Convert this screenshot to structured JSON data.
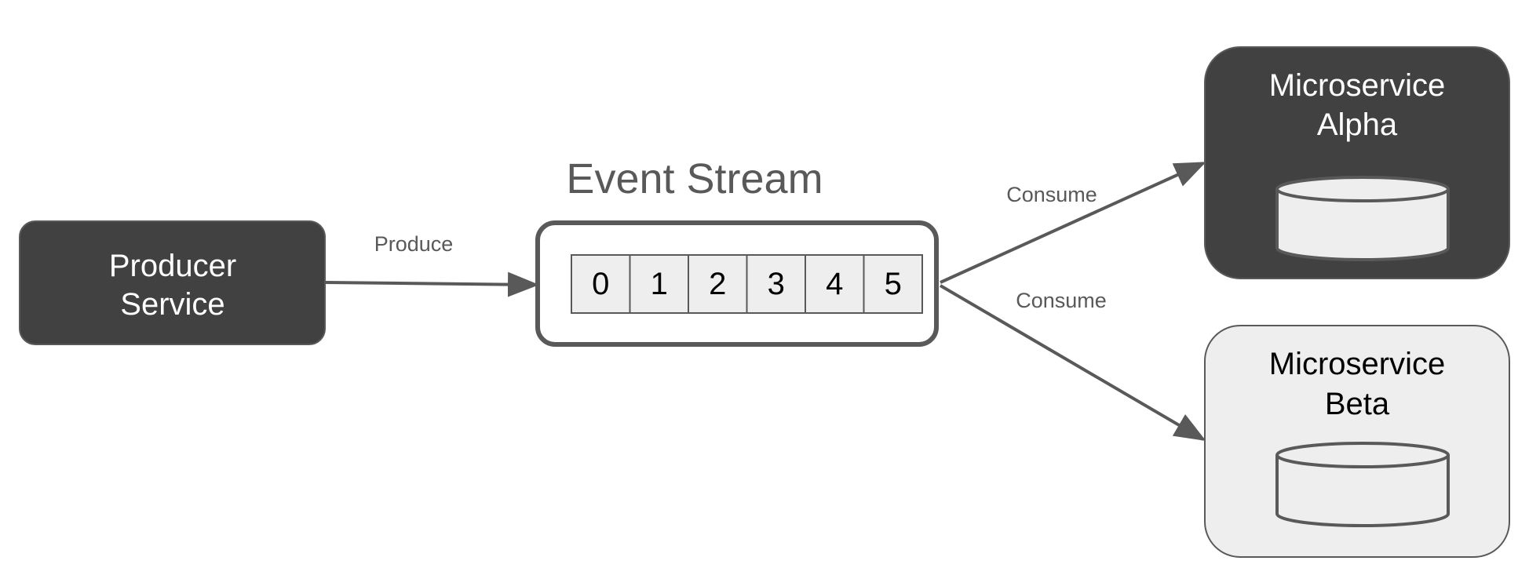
{
  "diagram": {
    "colors": {
      "dark_box": "#414141",
      "light_box": "#eeeeee",
      "stroke": "#595959",
      "text_dark": "#595959",
      "text_on_dark": "#ffffff",
      "text_on_light": "#000000"
    },
    "producer": {
      "line1": "Producer",
      "line2": "Service"
    },
    "produce_label": "Produce",
    "event_stream": {
      "title": "Event Stream",
      "cells": [
        "0",
        "1",
        "2",
        "3",
        "4",
        "5"
      ]
    },
    "consume_label_top": "Consume",
    "consume_label_bottom": "Consume",
    "alpha": {
      "line1": "Microservice",
      "line2": "Alpha"
    },
    "beta": {
      "line1": "Microservice",
      "line2": "Beta"
    }
  }
}
